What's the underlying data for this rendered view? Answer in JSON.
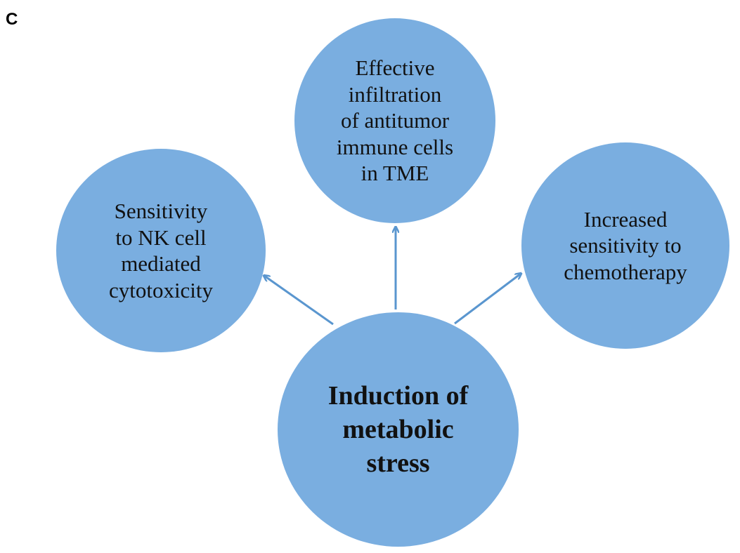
{
  "panel_label": "C",
  "colors": {
    "circle_fill": "#7aaee0",
    "arrow": "#5a96cf",
    "text": "#111111"
  },
  "nodes": {
    "center": "Induction of\nmetabolic\nstress",
    "top": "Effective\ninfiltration\nof antitumor\nimmune cells\nin TME",
    "left": "Sensitivity\nto NK cell\nmediated\ncytotoxicity",
    "right": "Increased\nsensitivity to\nchemotherapy"
  }
}
